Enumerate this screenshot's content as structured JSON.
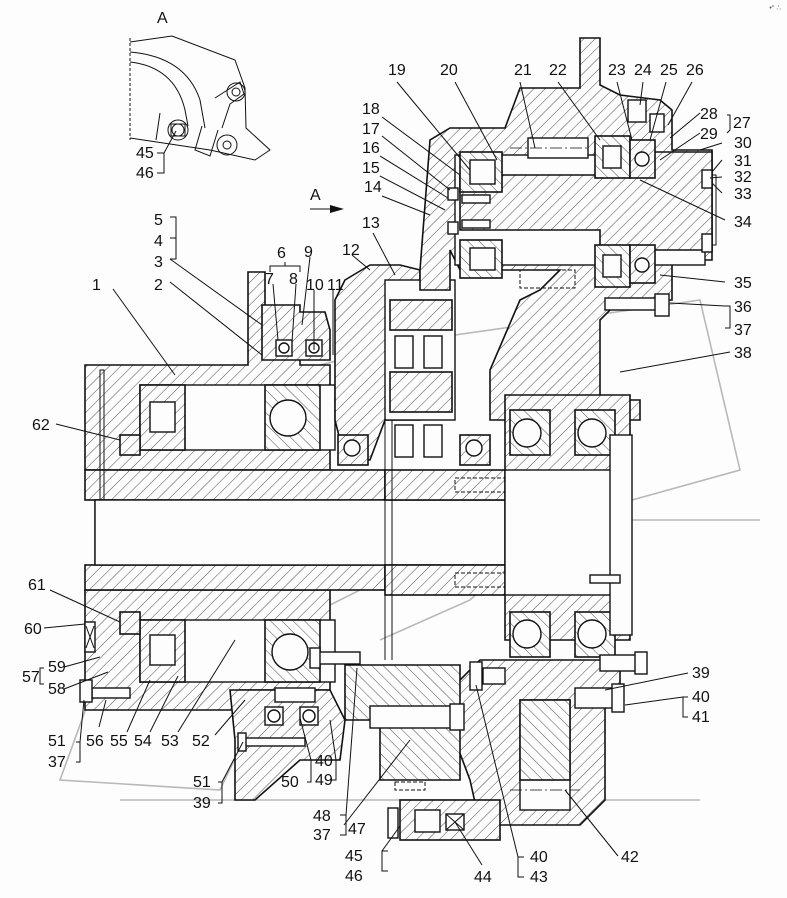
{
  "diagram": {
    "type": "mechanical-cross-section",
    "subject": "gearbox / final drive assembly sectional view",
    "view_label": "A",
    "view_arrow_label": "A",
    "corner_mark": "•° ∴",
    "inset": {
      "title": "A",
      "callouts": [
        {
          "id": "inset-45",
          "text": "45"
        },
        {
          "id": "inset-46",
          "text": "46"
        }
      ]
    },
    "callouts": [
      {
        "id": "c1",
        "text": "1"
      },
      {
        "id": "c2",
        "text": "2"
      },
      {
        "id": "c3",
        "text": "3"
      },
      {
        "id": "c4",
        "text": "4"
      },
      {
        "id": "c5",
        "text": "5"
      },
      {
        "id": "c6",
        "text": "6"
      },
      {
        "id": "c7",
        "text": "7"
      },
      {
        "id": "c8",
        "text": "8"
      },
      {
        "id": "c9",
        "text": "9"
      },
      {
        "id": "c10",
        "text": "10"
      },
      {
        "id": "c11",
        "text": "11"
      },
      {
        "id": "c12",
        "text": "12"
      },
      {
        "id": "c13",
        "text": "13"
      },
      {
        "id": "c14",
        "text": "14"
      },
      {
        "id": "c15",
        "text": "15"
      },
      {
        "id": "c16",
        "text": "16"
      },
      {
        "id": "c17",
        "text": "17"
      },
      {
        "id": "c18",
        "text": "18"
      },
      {
        "id": "c19",
        "text": "19"
      },
      {
        "id": "c20",
        "text": "20"
      },
      {
        "id": "c21",
        "text": "21"
      },
      {
        "id": "c22",
        "text": "22"
      },
      {
        "id": "c23",
        "text": "23"
      },
      {
        "id": "c24",
        "text": "24"
      },
      {
        "id": "c25",
        "text": "25"
      },
      {
        "id": "c26",
        "text": "26"
      },
      {
        "id": "c27",
        "text": "27"
      },
      {
        "id": "c28",
        "text": "28"
      },
      {
        "id": "c29",
        "text": "29"
      },
      {
        "id": "c30",
        "text": "30"
      },
      {
        "id": "c31",
        "text": "31"
      },
      {
        "id": "c32",
        "text": "32"
      },
      {
        "id": "c33",
        "text": "33"
      },
      {
        "id": "c34",
        "text": "34"
      },
      {
        "id": "c35",
        "text": "35"
      },
      {
        "id": "c36",
        "text": "36"
      },
      {
        "id": "c37a",
        "text": "37"
      },
      {
        "id": "c38",
        "text": "38"
      },
      {
        "id": "c39a",
        "text": "39"
      },
      {
        "id": "c40a",
        "text": "40"
      },
      {
        "id": "c41",
        "text": "41"
      },
      {
        "id": "c42",
        "text": "42"
      },
      {
        "id": "c40b",
        "text": "40"
      },
      {
        "id": "c43",
        "text": "43"
      },
      {
        "id": "c44",
        "text": "44"
      },
      {
        "id": "c45",
        "text": "45"
      },
      {
        "id": "c46",
        "text": "46"
      },
      {
        "id": "c47",
        "text": "47"
      },
      {
        "id": "c48",
        "text": "48"
      },
      {
        "id": "c37b",
        "text": "37"
      },
      {
        "id": "c40c",
        "text": "40"
      },
      {
        "id": "c49",
        "text": "49"
      },
      {
        "id": "c50",
        "text": "50"
      },
      {
        "id": "c51a",
        "text": "51"
      },
      {
        "id": "c39b",
        "text": "39"
      },
      {
        "id": "c52",
        "text": "52"
      },
      {
        "id": "c53",
        "text": "53"
      },
      {
        "id": "c54",
        "text": "54"
      },
      {
        "id": "c55",
        "text": "55"
      },
      {
        "id": "c56",
        "text": "56"
      },
      {
        "id": "c51b",
        "text": "51"
      },
      {
        "id": "c37c",
        "text": "37"
      },
      {
        "id": "c57",
        "text": "57"
      },
      {
        "id": "c58",
        "text": "58"
      },
      {
        "id": "c59",
        "text": "59"
      },
      {
        "id": "c60",
        "text": "60"
      },
      {
        "id": "c61",
        "text": "61"
      },
      {
        "id": "c62",
        "text": "62"
      }
    ]
  }
}
